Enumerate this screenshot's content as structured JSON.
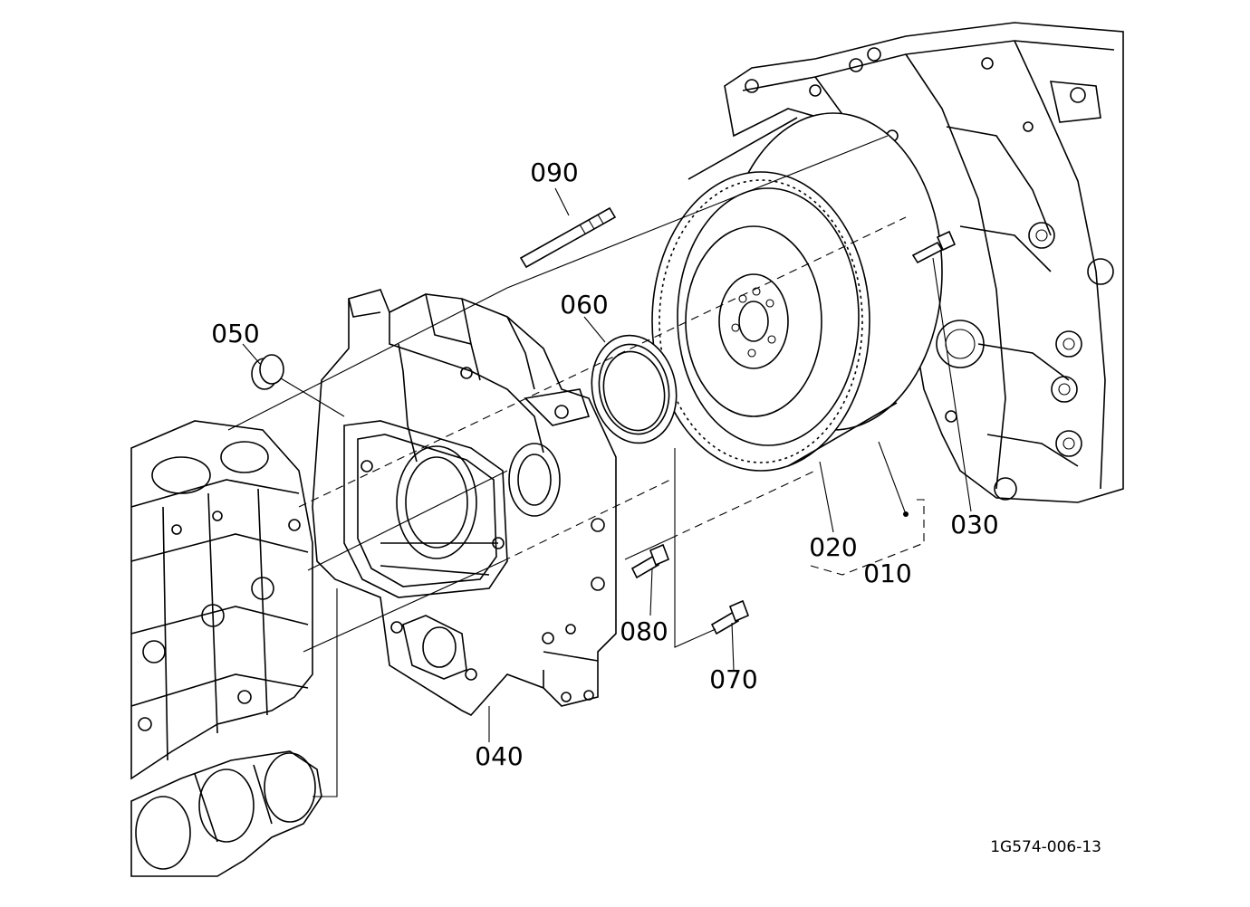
{
  "callouts": {
    "c010": "010",
    "c020": "020",
    "c030": "030",
    "c040": "040",
    "c050": "050",
    "c060": "060",
    "c070": "070",
    "c080": "080",
    "c090": "090"
  },
  "figure_id": "1G574-006-13",
  "colors": {
    "ink": "#000000",
    "paper": "#ffffff"
  }
}
